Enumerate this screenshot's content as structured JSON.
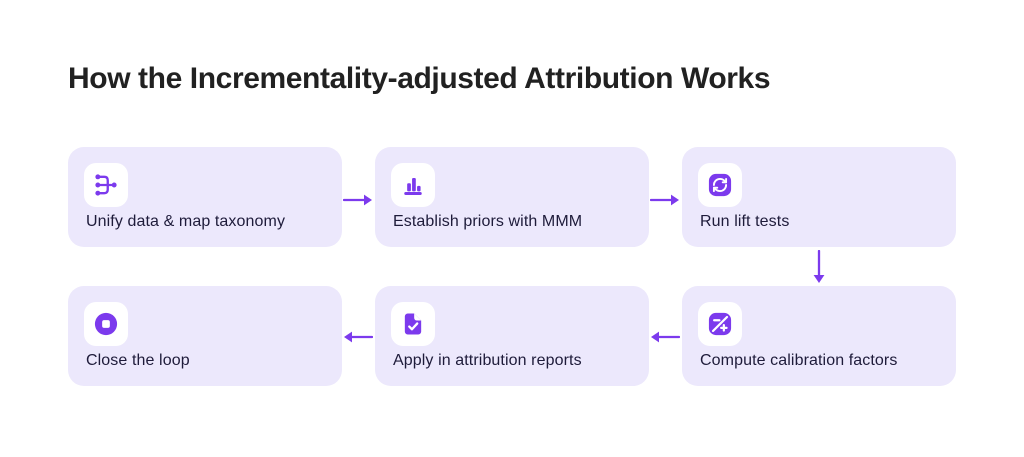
{
  "title": "How the Incrementality-adjusted Attribution Works",
  "steps": [
    {
      "label": "Unify data & map taxonomy",
      "icon": "merge-icon"
    },
    {
      "label": "Establish priors with MMM",
      "icon": "bar-chart-icon"
    },
    {
      "label": "Run lift tests",
      "icon": "sync-icon"
    },
    {
      "label": "Compute calibration factors",
      "icon": "plus-minus-icon"
    },
    {
      "label": "Apply in attribution reports",
      "icon": "file-check-icon"
    },
    {
      "label": "Close the loop",
      "icon": "stop-circle-icon"
    }
  ],
  "colors": {
    "accent": "#7C3AED",
    "card_background": "#ECE8FC",
    "icon_tile_background": "#FFFFFF",
    "label_text": "#1E1B3A",
    "title_text": "#212121",
    "page_background": "#FFFFFF"
  }
}
